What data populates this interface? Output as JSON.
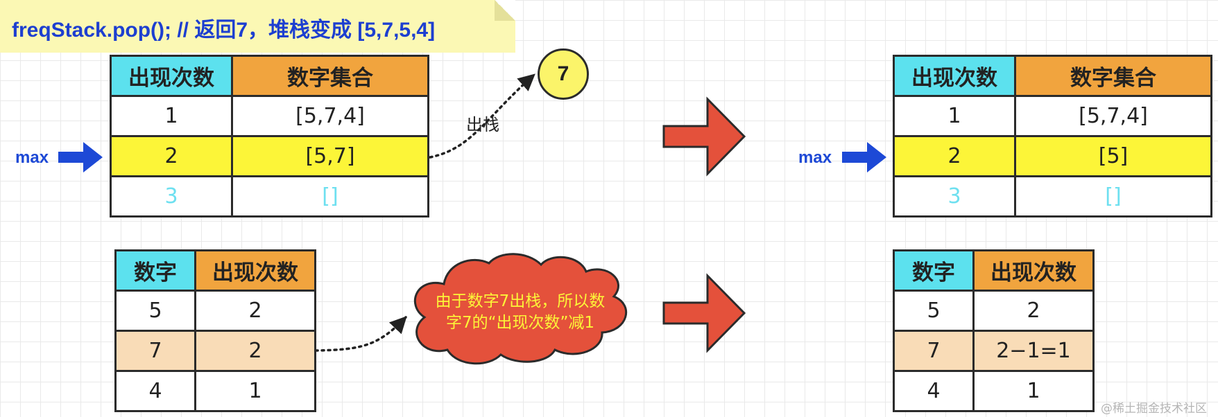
{
  "header": {
    "code": "freqStack.pop(); // 返回7，堆栈变成 [5,7,5,4]"
  },
  "before": {
    "freq_table": {
      "headers": [
        "出现次数",
        "数字集合"
      ],
      "rows": [
        [
          "1",
          "[5,7,4]"
        ],
        [
          "2",
          "[5,7]"
        ],
        [
          "3",
          "[]"
        ]
      ]
    },
    "count_table": {
      "headers": [
        "数字",
        "出现次数"
      ],
      "rows": [
        [
          "5",
          "2"
        ],
        [
          "7",
          "2"
        ],
        [
          "4",
          "1"
        ]
      ]
    }
  },
  "after": {
    "freq_table": {
      "headers": [
        "出现次数",
        "数字集合"
      ],
      "rows": [
        [
          "1",
          "[5,7,4]"
        ],
        [
          "2",
          "[5]"
        ],
        [
          "3",
          "[]"
        ]
      ]
    },
    "count_table": {
      "headers": [
        "数字",
        "出现次数"
      ],
      "rows": [
        [
          "5",
          "2"
        ],
        [
          "7",
          "2−1=1"
        ],
        [
          "4",
          "1"
        ]
      ]
    }
  },
  "labels": {
    "max_left": "max",
    "max_right": "max",
    "popped_value": "7",
    "pop_label": "出栈",
    "cloud_line1": "由于数字7出栈，所以数",
    "cloud_line2": "字7的“出现次数”减1",
    "watermark": "@稀土掘金技术社区"
  },
  "colors": {
    "header_cyan": "#5ce1ee",
    "header_orange": "#f1a43e",
    "highlight_yellow": "#fcf538",
    "highlight_peach": "#f9dcb7",
    "arrow_red": "#e4513b",
    "pointer_blue": "#1d49d6"
  },
  "icons": [
    "right-arrow-icon",
    "pointer-arrow-icon",
    "cloud-shape"
  ]
}
